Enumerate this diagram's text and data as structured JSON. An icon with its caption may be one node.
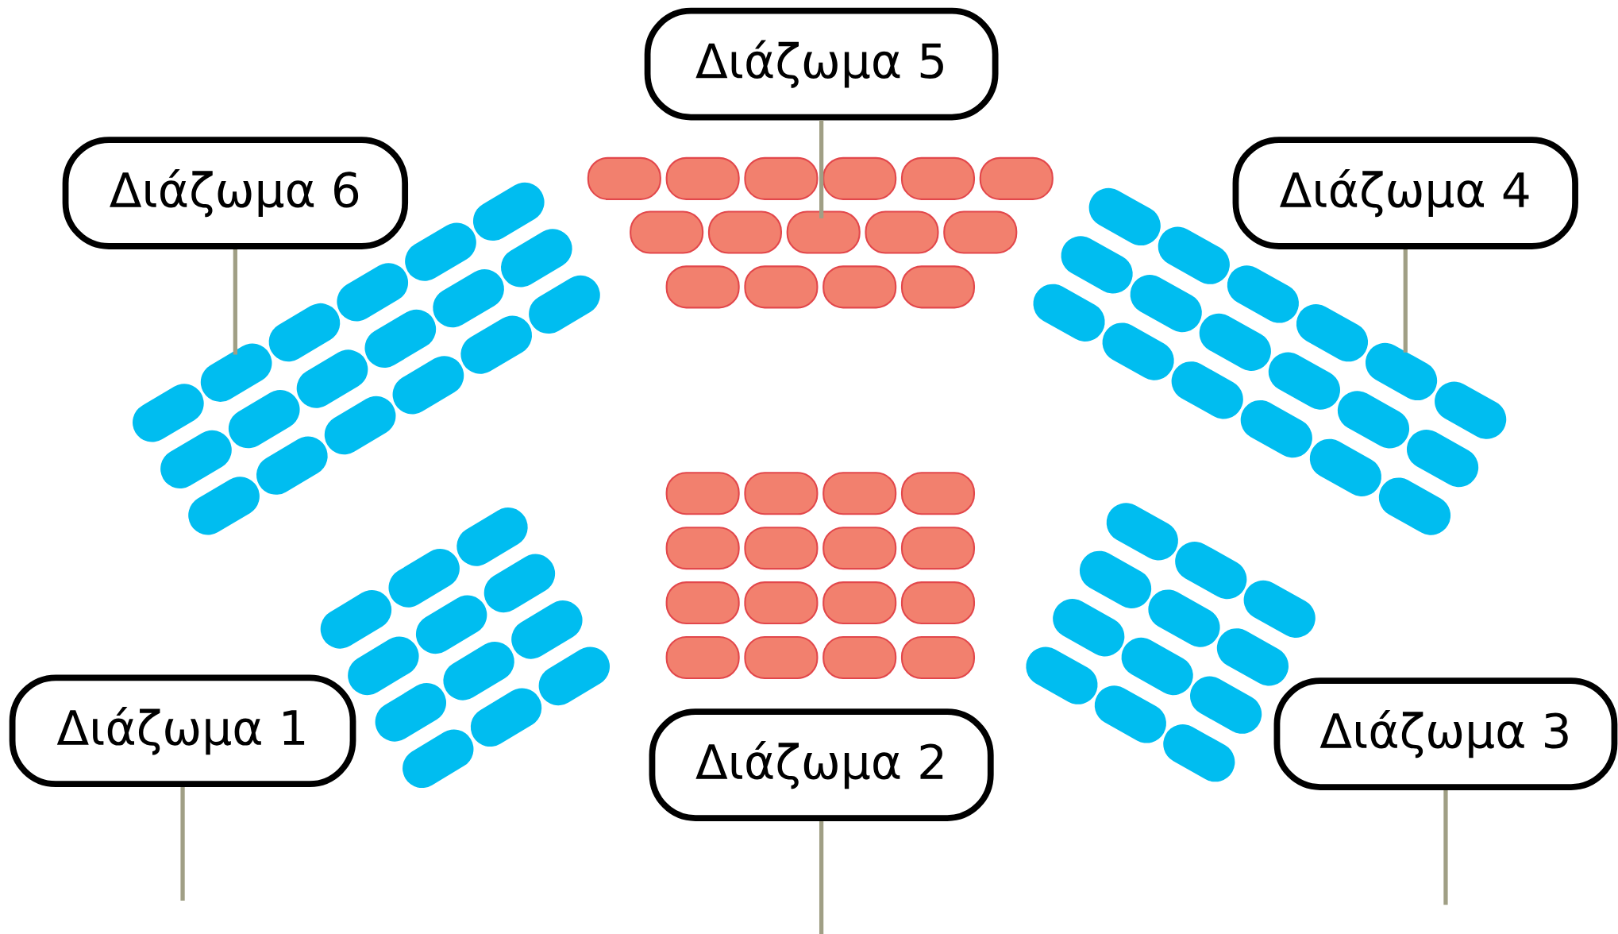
{
  "diagram": {
    "nodes": [
      {
        "text": [
          "Διάζωμα 5"
        ]
      },
      {
        "text": [
          "Διάζωμα 6"
        ]
      },
      {
        "text": [
          "Διάζωμα 4"
        ]
      },
      {
        "text": [
          "Διάζωμα 1"
        ]
      },
      {
        "text": [
          "Διάζωμα 3"
        ]
      },
      {
        "text": [
          "Διάζωμα 2"
        ]
      }
    ],
    "edges": [
      {
        "from": 0,
        "to": null,
        "arrow": "none"
      },
      {
        "from": 1,
        "to": null,
        "arrow": "none"
      },
      {
        "from": 2,
        "to": null,
        "arrow": "none"
      },
      {
        "from": 3,
        "to": null,
        "arrow": "none"
      },
      {
        "from": 4,
        "to": null,
        "arrow": "none"
      },
      {
        "from": 5,
        "to": null,
        "arrow": "none"
      }
    ]
  }
}
